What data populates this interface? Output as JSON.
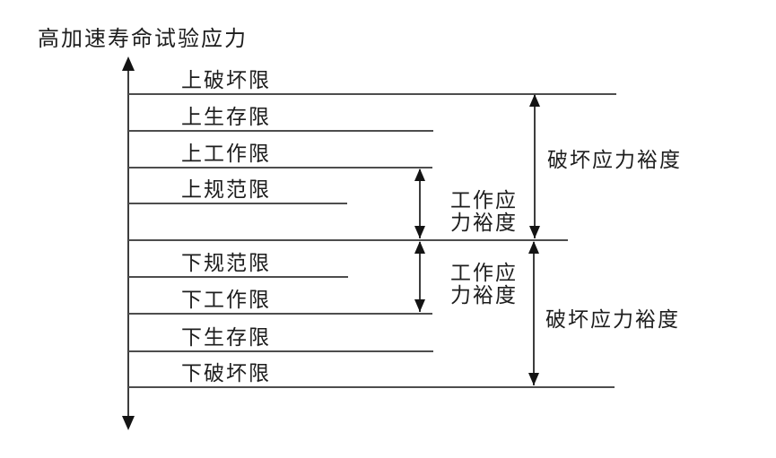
{
  "diagram": {
    "axis_title": "高加速寿命试验应力",
    "limits": [
      {
        "label": "上破坏限"
      },
      {
        "label": "上生存限"
      },
      {
        "label": "上工作限"
      },
      {
        "label": "上规范限"
      },
      {
        "label": "下规范限"
      },
      {
        "label": "下工作限"
      },
      {
        "label": "下生存限"
      },
      {
        "label": "下破坏限"
      }
    ],
    "margins": {
      "upper_destruct": "破坏应力裕度",
      "upper_operating": "工作应力裕度",
      "lower_operating": "工作应力裕度",
      "lower_destruct": "破坏应力裕度"
    },
    "colors": {
      "background": "#ffffff",
      "line": "#4d4d4d",
      "arrow": "#141414",
      "text": "#1d1d1d"
    }
  }
}
